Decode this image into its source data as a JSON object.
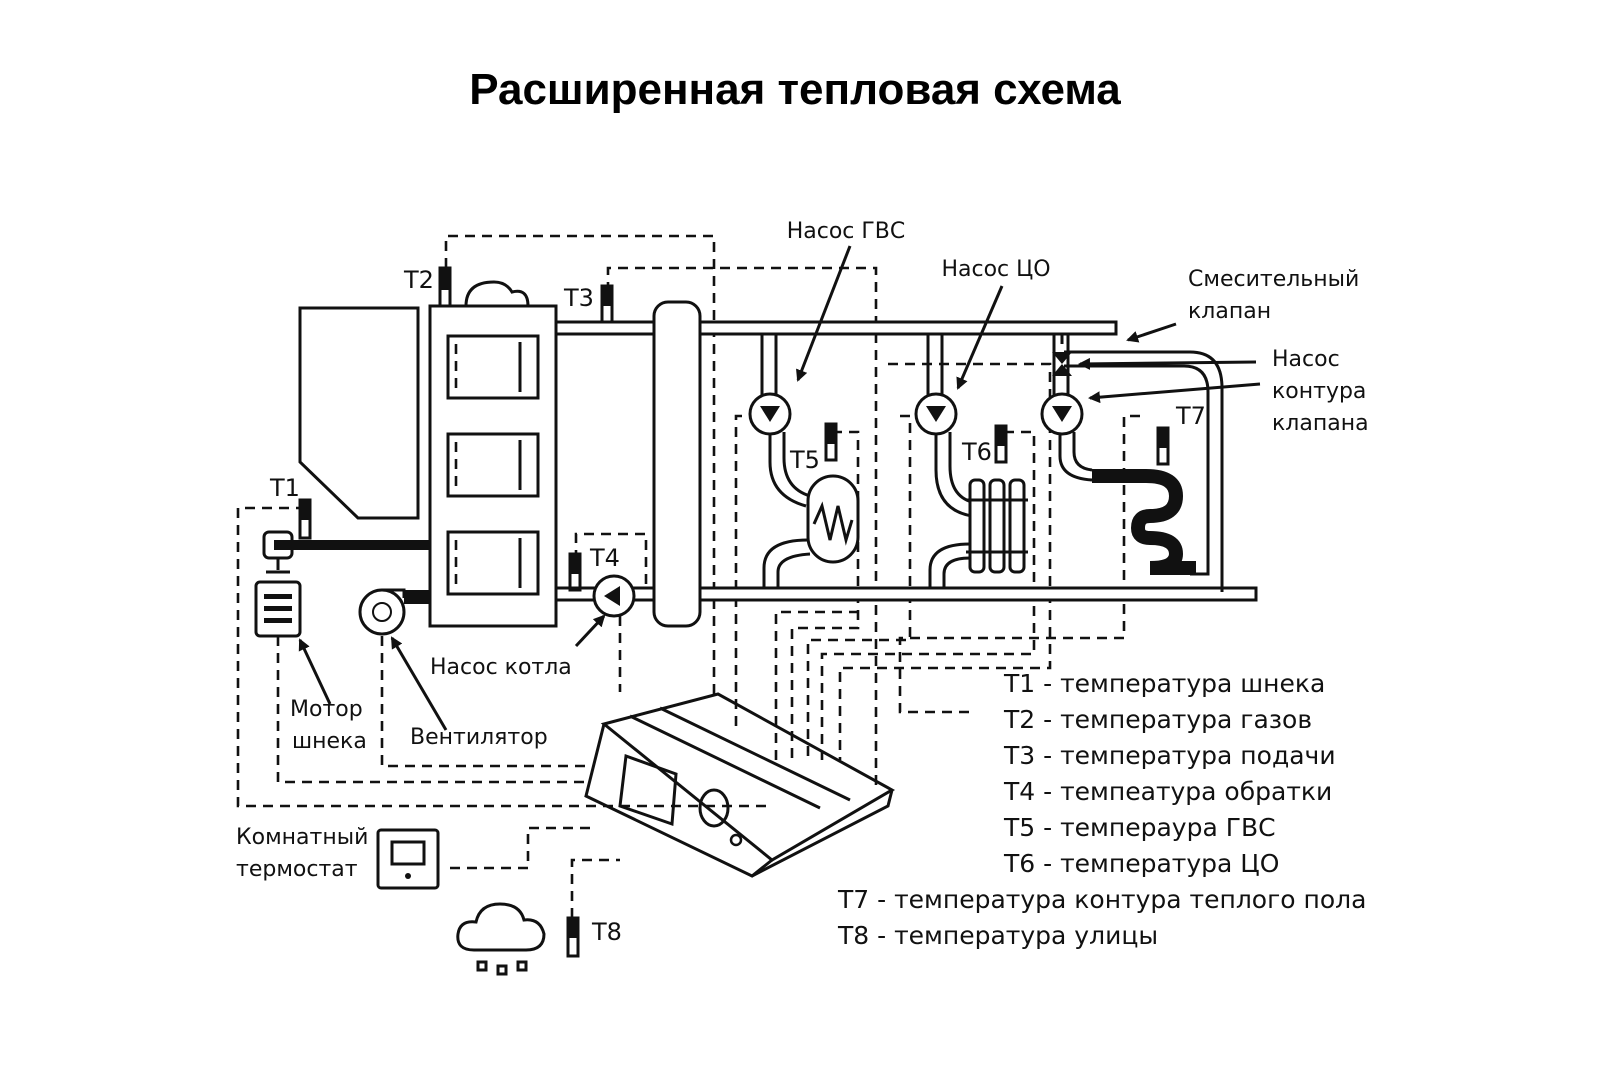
{
  "title": "Расширенная тепловая схема",
  "labels": {
    "pump_dhw": "Насос ГВС",
    "pump_ch": "Насос ЦО",
    "mixing_valve_1": "Смесительный",
    "mixing_valve_2": "клапан",
    "valve_pump_1": "Насос",
    "valve_pump_2": "контура",
    "valve_pump_3": "клапана",
    "boiler_pump": "Насос котла",
    "auger_motor_1": "Мотор",
    "auger_motor_2": "шнека",
    "fan": "Вентилятор",
    "room_thermostat_1": "Комнатный",
    "room_thermostat_2": "термостат"
  },
  "sensors": {
    "t1": "T1",
    "t2": "T2",
    "t3": "T3",
    "t4": "T4",
    "t5": "T5",
    "t6": "T6",
    "t7": "T7",
    "t8": "T8"
  },
  "legend": [
    "T1 - температура шнека",
    "T2 - температура газов",
    "T3 - температура подачи",
    "T4 - темпеатура обратки",
    "T5 - темпераура ГВС",
    "T6 - температура ЦО",
    "T7 - температура контура теплого пола",
    "T8 - температура улицы"
  ],
  "icons": {
    "boiler": "boiler-icon",
    "hopper": "fuel-hopper-icon",
    "controller": "controller-icon",
    "weather": "cloud-snow-icon"
  }
}
